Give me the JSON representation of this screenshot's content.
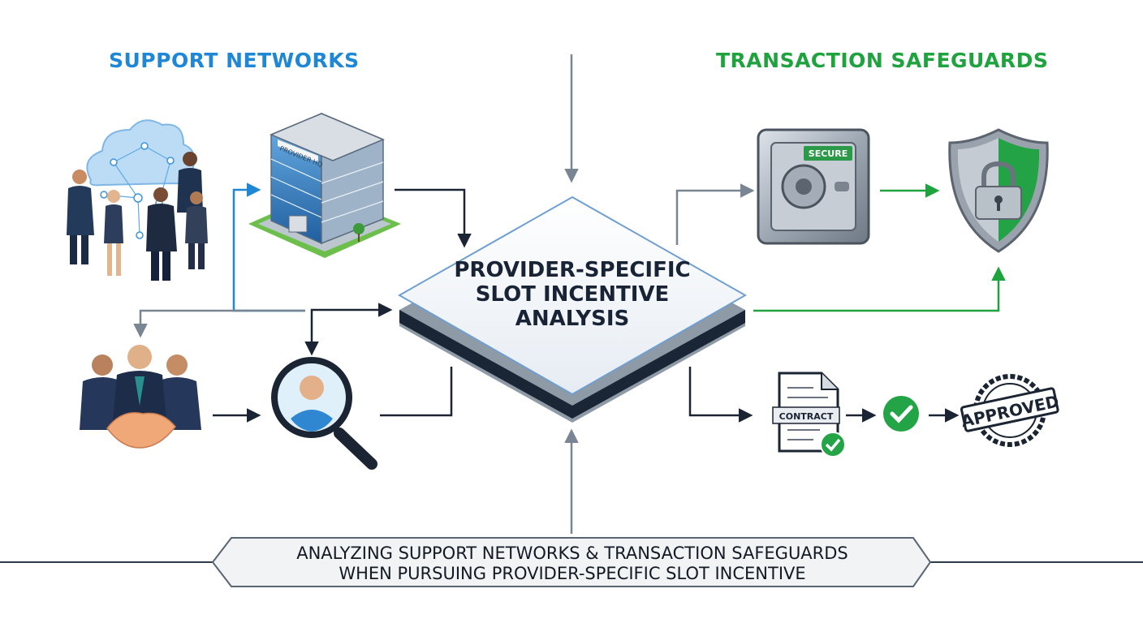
{
  "headings": {
    "support_networks": "SUPPORT NETWORKS",
    "transaction_safeguards": "TRANSACTION SAFEGUARDS"
  },
  "center": {
    "line1": "PROVIDER-SPECIFIC",
    "line2": "SLOT INCENTIVE",
    "line3": "ANALYSIS"
  },
  "building_sign": "PROVIDER HQ",
  "vault_label": "SECURE",
  "contract_label": "CONTRACT",
  "stamp_label": "APPROVED",
  "caption": {
    "line1": "ANALYZING SUPPORT NETWORKS & TRANSACTION SAFEGUARDS",
    "line2": "WHEN PURSUING PROVIDER-SPECIFIC SLOT INCENTIVE"
  },
  "icons": [
    "cloud-network-team-icon",
    "office-building-icon",
    "handshake-team-icon",
    "magnifier-person-icon",
    "safe-vault-icon",
    "shield-lock-icon",
    "contract-document-icon",
    "check-circle-icon",
    "approved-stamp-icon"
  ],
  "colors": {
    "blue": "#1e87d6",
    "green": "#1fa33f",
    "dark": "#1b2433",
    "gray": "#7a8593"
  }
}
